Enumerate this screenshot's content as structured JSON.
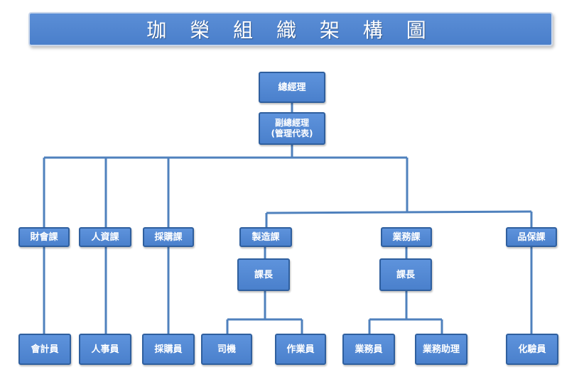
{
  "title": "珈 榮 組 織 架 構 圖",
  "nodes": {
    "gm": "總經理",
    "dgm_line1": "副總經理",
    "dgm_line2": "(管理代表)",
    "finance": "財會課",
    "hr": "人資課",
    "purchasing": "採購課",
    "manufacturing": "製造課",
    "sales": "業務課",
    "qa": "品保課",
    "mfg_chief": "課長",
    "sales_chief": "課長",
    "accountant": "會計員",
    "hr_staff": "人事員",
    "purchaser": "採購員",
    "driver": "司機",
    "operator": "作業員",
    "salesperson": "業務員",
    "sales_assistant": "業務助理",
    "chemist": "化驗員"
  },
  "colors": {
    "box": "#4a80cc",
    "border": "#2f5f9e",
    "line": "#4f81bd"
  }
}
